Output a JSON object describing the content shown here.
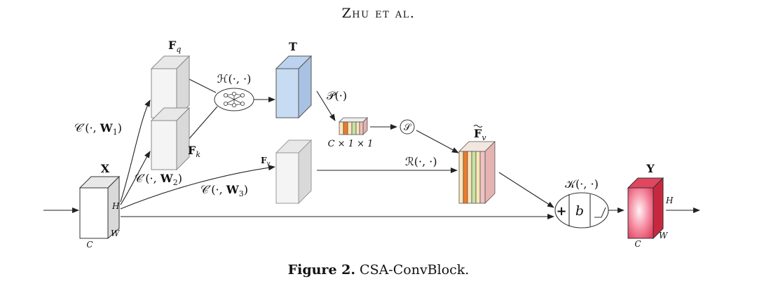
{
  "header": {
    "running_head": "Zhu et al."
  },
  "caption": {
    "label": "Figure 2.",
    "text": "CSA-ConvBlock."
  },
  "diagram": {
    "labels": {
      "X": "X",
      "Fq": "F",
      "Fq_sub": "q",
      "Fk": "F",
      "Fk_sub": "k",
      "Fv": "F",
      "Fv_sub": "v",
      "T": "T",
      "Fv_tilde": "F",
      "Fv_tilde_sub": "v",
      "Y": "Y",
      "H_attn": "ℋ(·, ·)",
      "P_op": "𝒫(·)",
      "S_op": "𝒮",
      "R_op": "ℛ(·, ·)",
      "K_op": "𝒦(·, ·)",
      "C1": "𝒞′(·, ",
      "C1_w": "W",
      "C1_sub": "1",
      "C2": "𝒞′(·, ",
      "C2_w": "W",
      "C2_sub": "2",
      "C3": "𝒞′(·, ",
      "C3_w": "W",
      "C3_sub": "3",
      "close_paren": ")",
      "cxx": "C × 1 × 1",
      "dim_H": "H",
      "dim_W": "W",
      "dim_C": "C",
      "plus": "+",
      "b": "b"
    },
    "colors": {
      "gray_front": "#f4f4f4",
      "gray_side": "#d9d9d9",
      "gray_top": "#e8e8e8",
      "blue_front": "#c7dcf3",
      "blue_side": "#a9c2e3",
      "blue_top": "#bdd2ee",
      "red_front": "#f06a86",
      "red_side": "#c8283f",
      "red_top": "#e0465f",
      "stripe_orange": "#f07a2a",
      "stripe_cream": "#fbe6b8",
      "stripe_green": "#c9e2a4",
      "stripe_pink": "#f0c2c2",
      "stripe_pink2": "#e6b3b3"
    }
  }
}
